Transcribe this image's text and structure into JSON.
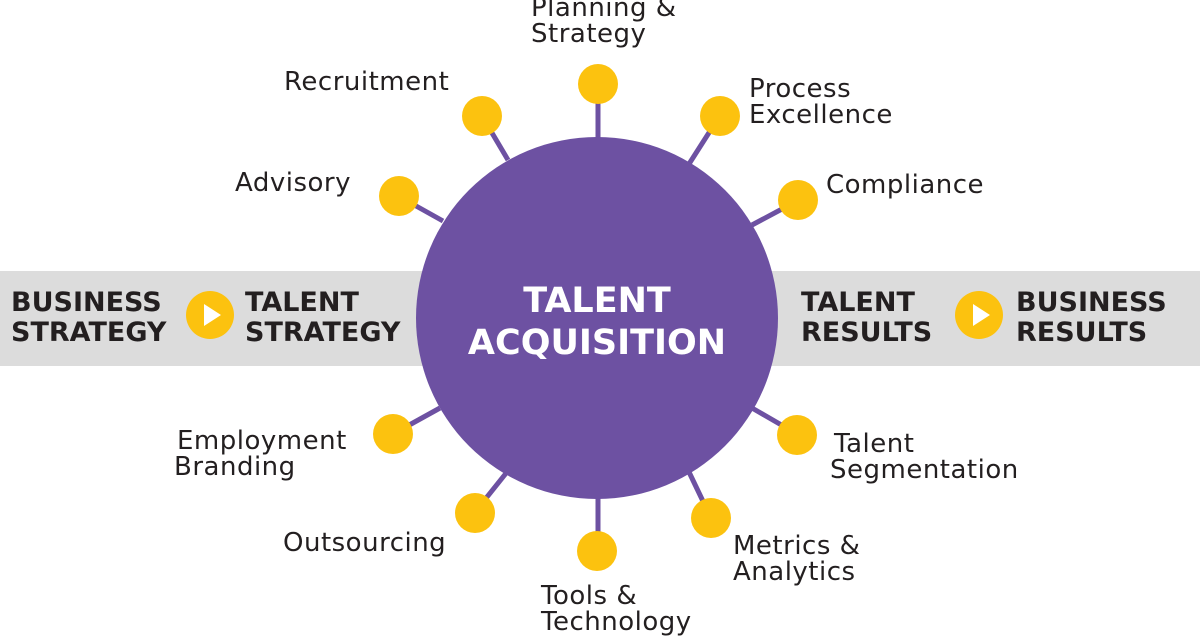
{
  "colors": {
    "hub": "#6d51a2",
    "node": "#fcc20f",
    "band": "#dcdcdc",
    "text": "#231f20"
  },
  "center": {
    "line1": "TALENT",
    "line2": "ACQUISITION"
  },
  "band": {
    "left_box1_line1": "BUSINESS",
    "left_box1_line2": "STRATEGY",
    "left_box2_line1": "TALENT",
    "left_box2_line2": "STRATEGY",
    "right_box1_line1": "TALENT",
    "right_box1_line2": "RESULTS",
    "right_box2_line1": "BUSINESS",
    "right_box2_line2": "RESULTS",
    "arrow_icon": "play-arrow-icon"
  },
  "spokes": [
    {
      "lines": [
        "Planning &",
        "Strategy"
      ]
    },
    {
      "lines": [
        "Process",
        "Excellence"
      ]
    },
    {
      "lines": [
        "Compliance"
      ]
    },
    {
      "lines": [
        "Talent",
        "Segmentation"
      ]
    },
    {
      "lines": [
        "Metrics &",
        "Analytics"
      ]
    },
    {
      "lines": [
        "Tools &",
        "Technology"
      ]
    },
    {
      "lines": [
        "Outsourcing"
      ]
    },
    {
      "lines": [
        "Employment",
        "Branding"
      ]
    },
    {
      "lines": [
        "Advisory"
      ]
    },
    {
      "lines": [
        "Recruitment"
      ]
    }
  ]
}
